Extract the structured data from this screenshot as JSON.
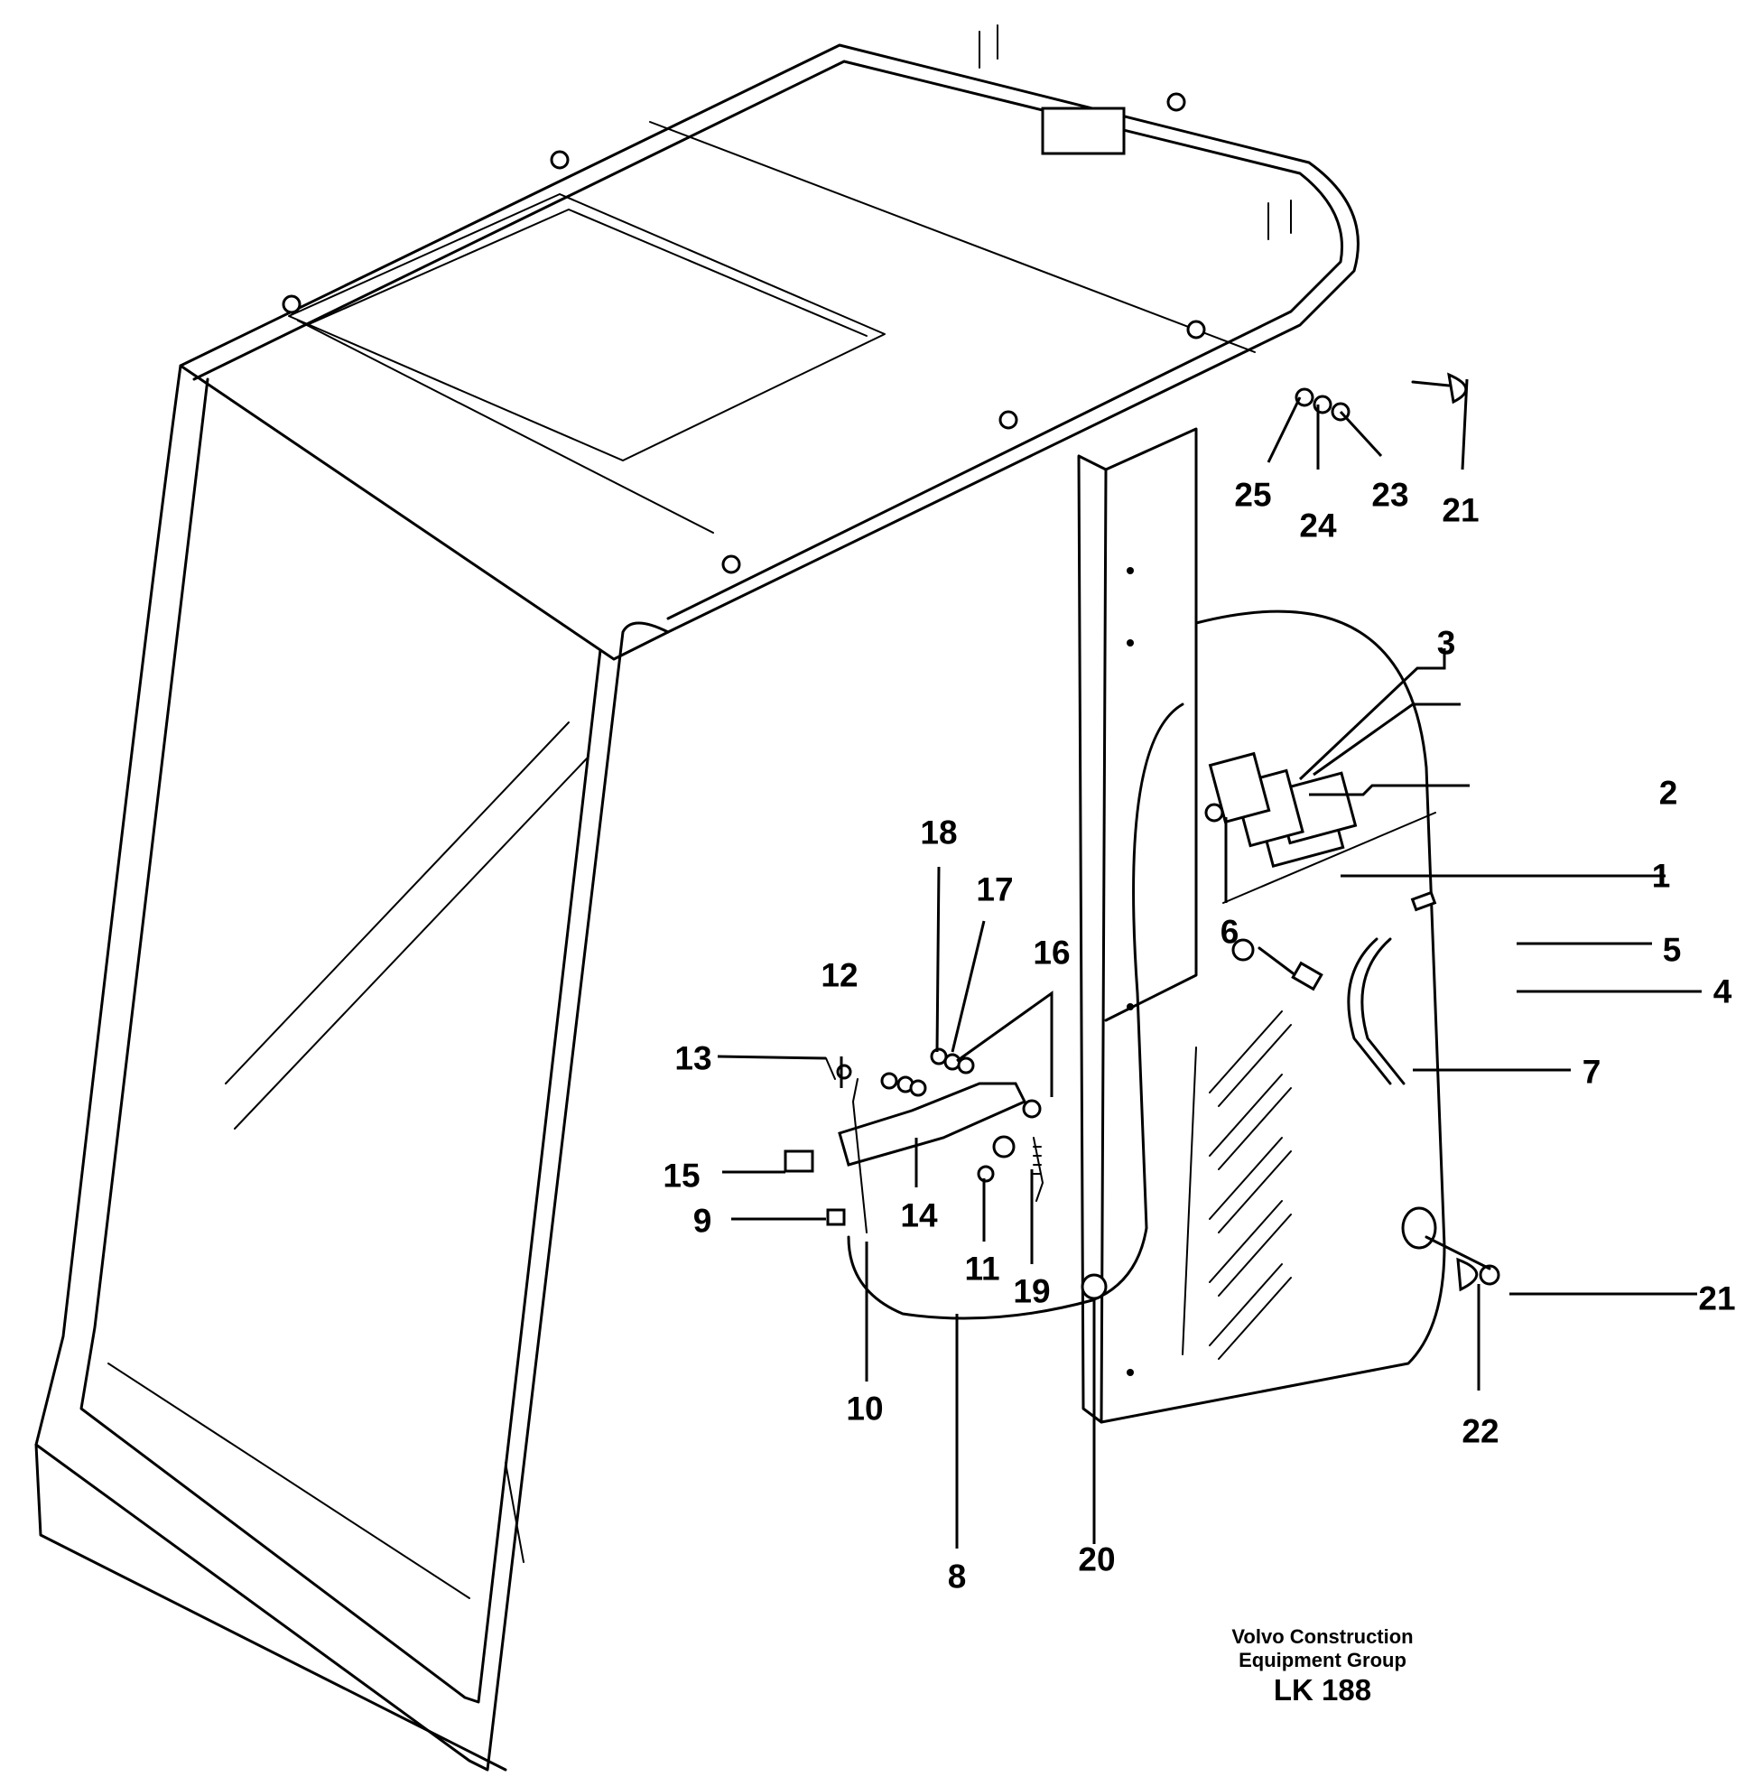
{
  "callouts": {
    "c1": "1",
    "c2": "2",
    "c3": "3",
    "c4": "4",
    "c5": "5",
    "c6": "6",
    "c7": "7",
    "c8": "8",
    "c9": "9",
    "c10": "10",
    "c11": "11",
    "c12": "12",
    "c13": "13",
    "c14": "14",
    "c15": "15",
    "c16": "16",
    "c17": "17",
    "c18": "18",
    "c19": "19",
    "c20": "20",
    "c21a": "21",
    "c21b": "21",
    "c22": "22",
    "c23": "23",
    "c24": "24",
    "c25": "25"
  },
  "credit": {
    "line1": "Volvo Construction",
    "line2": "Equipment Group",
    "code": "LK 188"
  }
}
